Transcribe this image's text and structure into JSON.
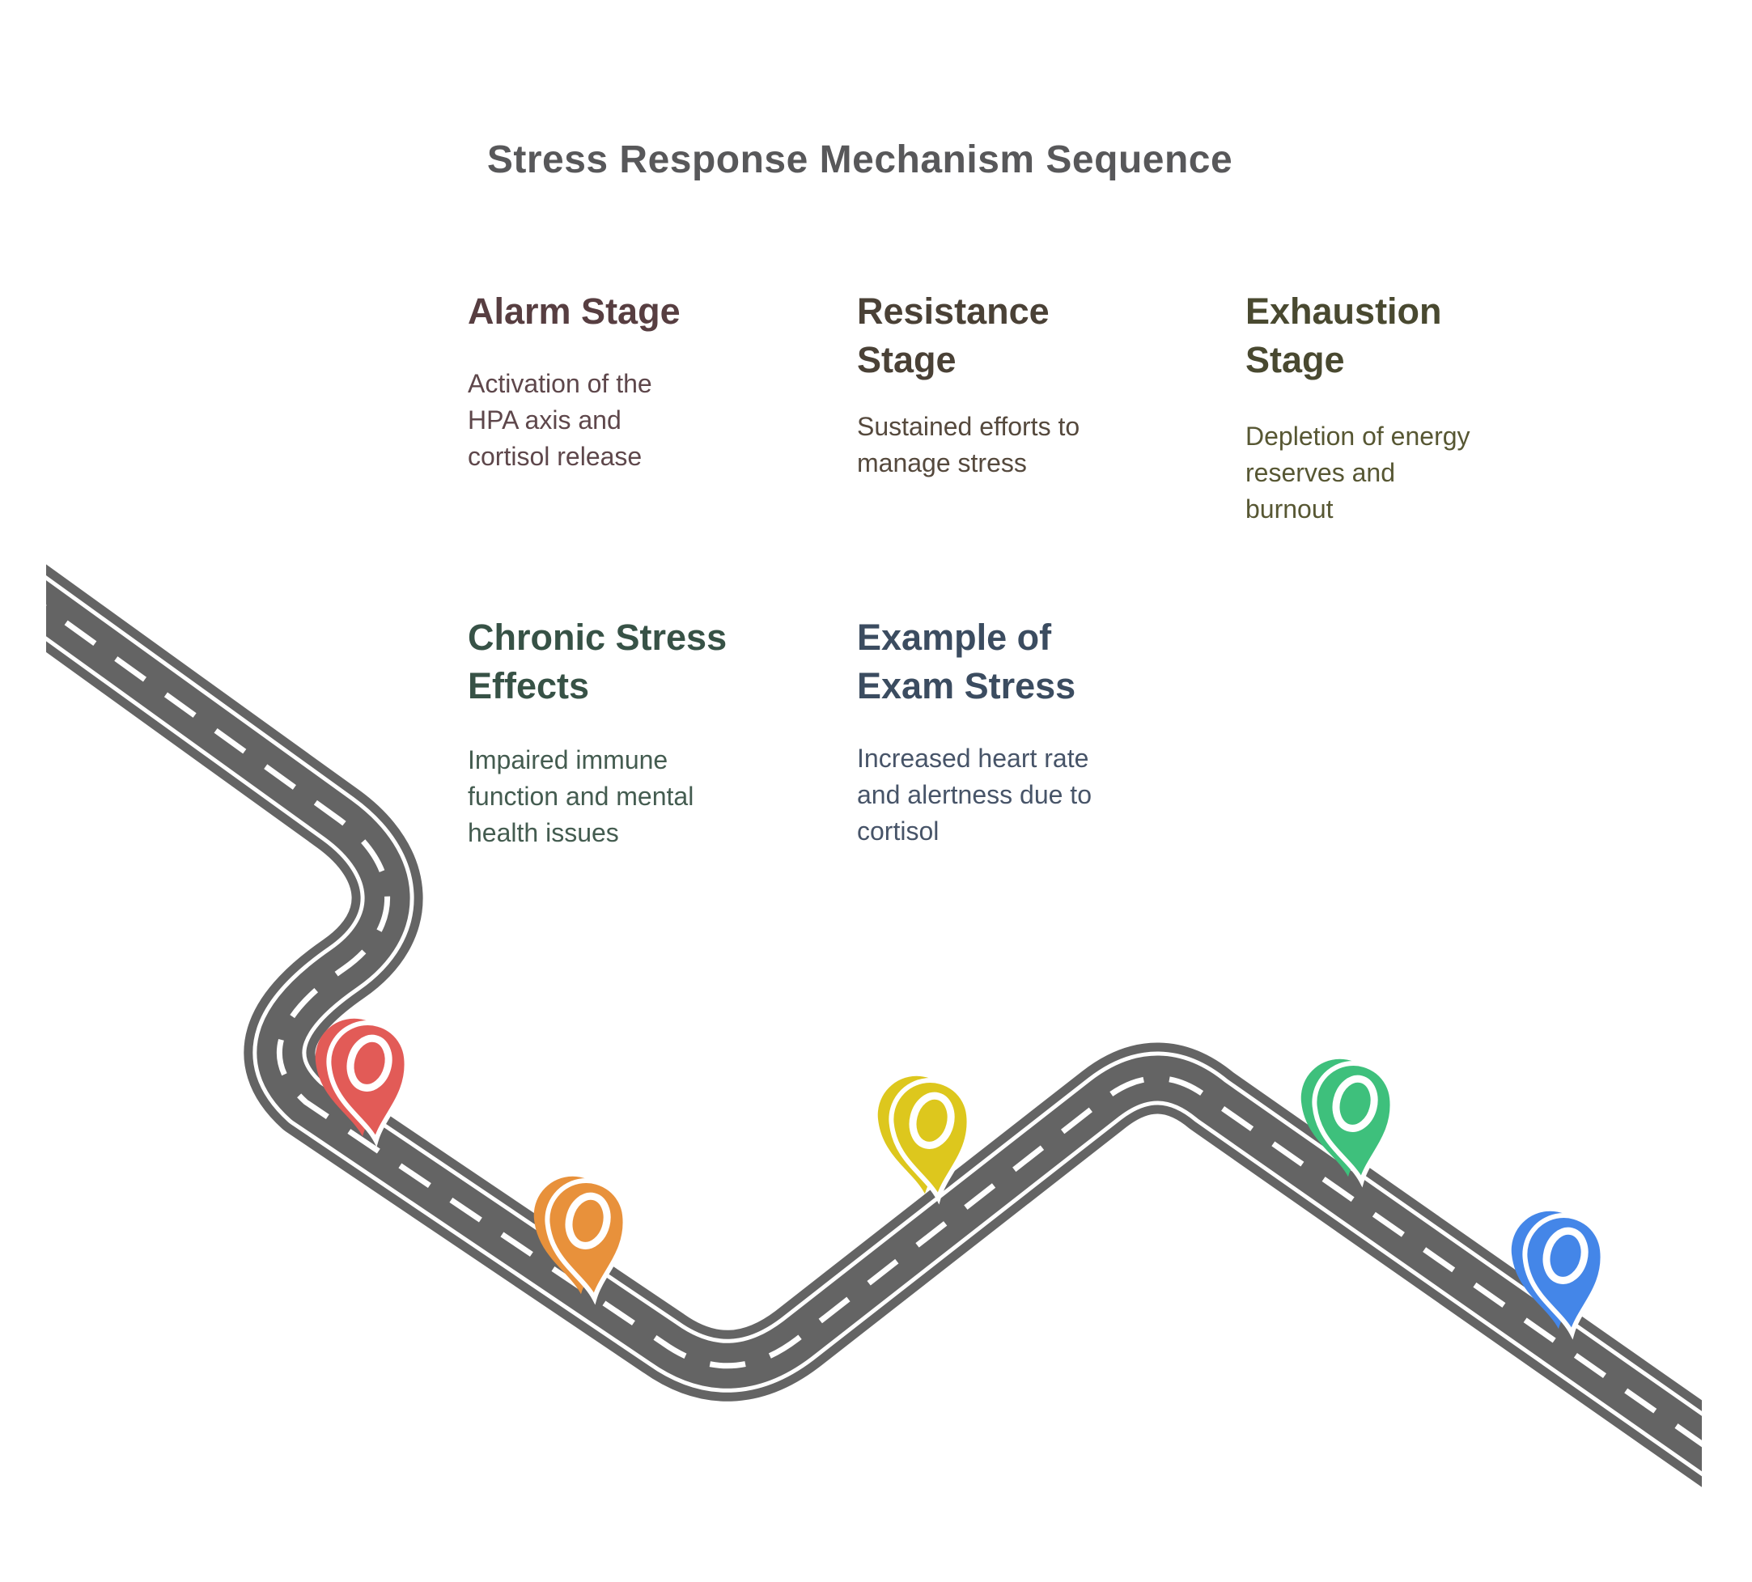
{
  "title": "Stress Response Mechanism Sequence",
  "colors": {
    "background": "#ffffff",
    "title_text": "#58585a",
    "road": "#646464",
    "road_markings": "#ffffff"
  },
  "icons": {
    "marker": "map-pin-icon"
  },
  "stages": [
    {
      "id": "alarm-stage",
      "heading": [
        "Alarm Stage"
      ],
      "body": [
        "Activation of the",
        "HPA axis and",
        "cortisol release"
      ],
      "heading_color": "#573e41",
      "body_color": "#5e474b",
      "pin_color": "#e25b57"
    },
    {
      "id": "resistance-stage",
      "heading": [
        "Resistance",
        "Stage"
      ],
      "body": [
        "Sustained efforts to",
        "manage stress"
      ],
      "heading_color": "#4a4136",
      "body_color": "#55493d",
      "pin_color": "#e8913b"
    },
    {
      "id": "exhaustion-stage",
      "heading": [
        "Exhaustion",
        "Stage"
      ],
      "body": [
        "Depletion of energy",
        "reserves and",
        "burnout"
      ],
      "heading_color": "#494930",
      "body_color": "#575733",
      "pin_color": "#ddc71d"
    },
    {
      "id": "chronic-stress-effects",
      "heading": [
        "Chronic Stress",
        "Effects"
      ],
      "body": [
        "Impaired immune",
        "function and mental",
        "health issues"
      ],
      "heading_color": "#375246",
      "body_color": "#445c50",
      "pin_color": "#3ec07c"
    },
    {
      "id": "example-of-exam-stress",
      "heading": [
        "Example of",
        "Exam Stress"
      ],
      "body": [
        "Increased heart rate",
        "and alertness due to",
        "cortisol"
      ],
      "heading_color": "#3b4c60",
      "body_color": "#475468",
      "pin_color": "#4486e8"
    }
  ]
}
